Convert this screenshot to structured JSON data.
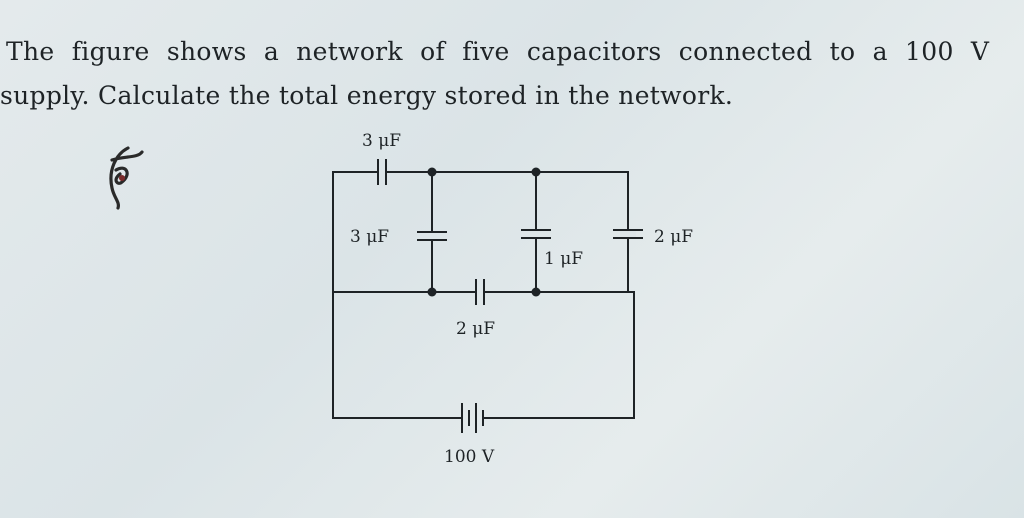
{
  "question": {
    "line1": "The figure shows a network of five capacitors connected to a 100 V",
    "line2": "supply. Calculate the total energy stored in the network."
  },
  "circuit": {
    "labels": {
      "c_top": "3 μF",
      "c_left": "3 μF",
      "c_middle": "1 μF",
      "c_right": "2 μF",
      "c_bottom": "2 μF",
      "supply": "100 V"
    }
  },
  "colors": {
    "paper": "#dfe7ea",
    "ink": "#1e2326"
  }
}
